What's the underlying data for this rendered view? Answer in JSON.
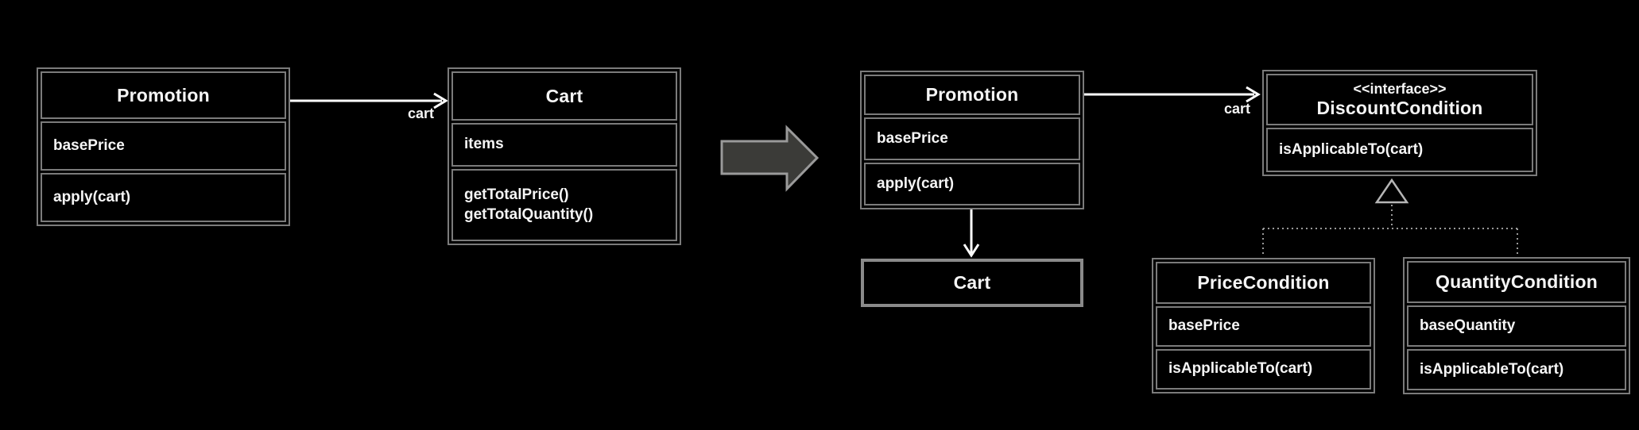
{
  "diagram": {
    "background": "#000000",
    "colors": {
      "box_border": "#7b7b7b",
      "text": "#f5f5f5",
      "connector": "#ffffff",
      "dashed_line": "#9a9a9a",
      "transform_arrow_fill": "#3b3b38",
      "transform_arrow_border": "#9a9a9a"
    },
    "before": {
      "promotion": {
        "title": "Promotion",
        "attributes": [
          "basePrice"
        ],
        "methods": [
          "apply(cart)"
        ]
      },
      "cart": {
        "title": "Cart",
        "attributes": [
          "items"
        ],
        "methods": [
          "getTotalPrice()",
          "getTotalQuantity()"
        ]
      },
      "association": {
        "label": "cart"
      }
    },
    "after": {
      "promotion": {
        "title": "Promotion",
        "attributes": [
          "basePrice"
        ],
        "methods": [
          "apply(cart)"
        ]
      },
      "discount_condition": {
        "stereotype": "<<interface>>",
        "title": "DiscountCondition",
        "methods": [
          "isApplicableTo(cart)"
        ]
      },
      "cart": {
        "title": "Cart"
      },
      "price_condition": {
        "title": "PriceCondition",
        "attributes": [
          "basePrice"
        ],
        "methods": [
          "isApplicableTo(cart)"
        ]
      },
      "quantity_condition": {
        "title": "QuantityCondition",
        "attributes": [
          "baseQuantity"
        ],
        "methods": [
          "isApplicableTo(cart)"
        ]
      },
      "association": {
        "label": "cart"
      }
    }
  }
}
